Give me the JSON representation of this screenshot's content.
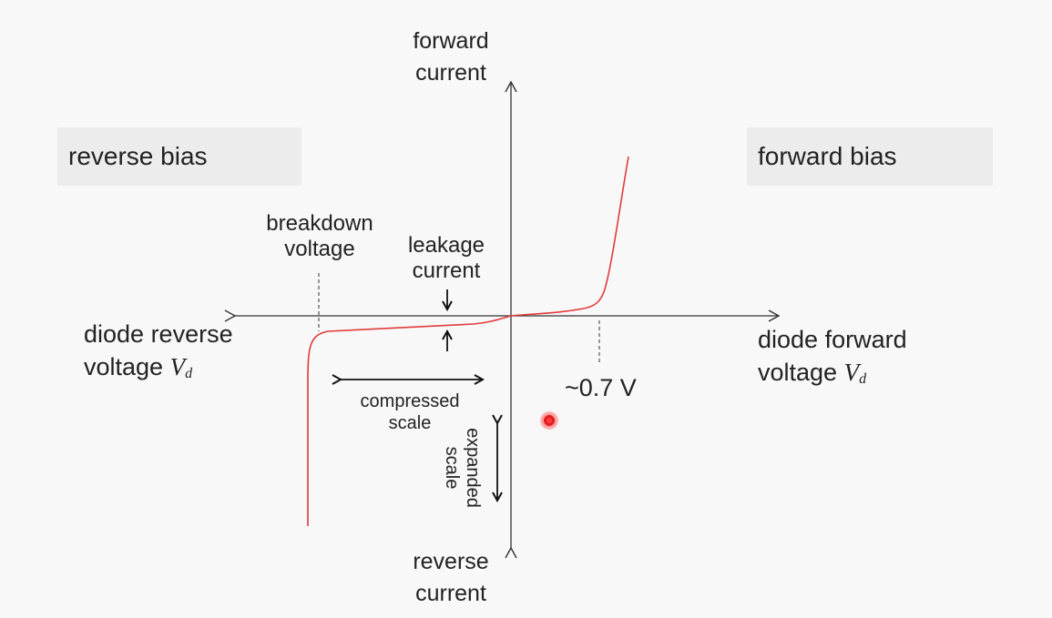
{
  "labels": {
    "forward_current": [
      "forward",
      "current"
    ],
    "reverse_current": [
      "reverse",
      "current"
    ],
    "reverse_bias": "reverse bias",
    "forward_bias": "forward bias",
    "breakdown_voltage": [
      "breakdown",
      "voltage"
    ],
    "leakage_current": [
      "leakage",
      "current"
    ],
    "diode_reverse_voltage": [
      "diode reverse",
      "voltage "
    ],
    "diode_forward_voltage": [
      "diode forward",
      "voltage "
    ],
    "vd_symbol": "V",
    "vd_subscript": "d",
    "threshold": "~0.7 V",
    "compressed_scale": [
      "compressed",
      "scale"
    ],
    "expanded_scale": [
      "expanded",
      "scale"
    ]
  },
  "colors": {
    "curve": "#e03c3c",
    "axes": "#333333",
    "box_fill": "#ececec",
    "pointer": "#e31d1d"
  }
}
